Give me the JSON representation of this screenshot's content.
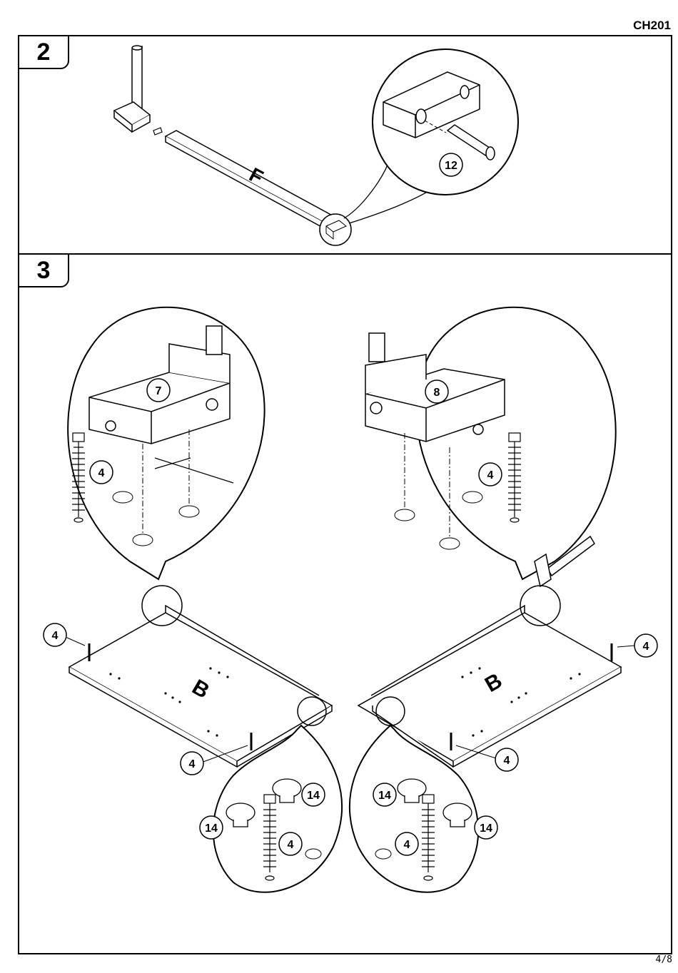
{
  "header": {
    "doc_code": "CH201"
  },
  "footer": {
    "page_number": "4/8"
  },
  "steps": [
    {
      "number": "2",
      "panel_letter": "F",
      "callouts": [
        "12"
      ]
    },
    {
      "number": "3",
      "panel_letter_left": "B",
      "panel_letter_right": "B",
      "callouts": {
        "top_left_part": "7",
        "top_right_part": "8",
        "screw": "4",
        "knob": "14"
      }
    }
  ]
}
